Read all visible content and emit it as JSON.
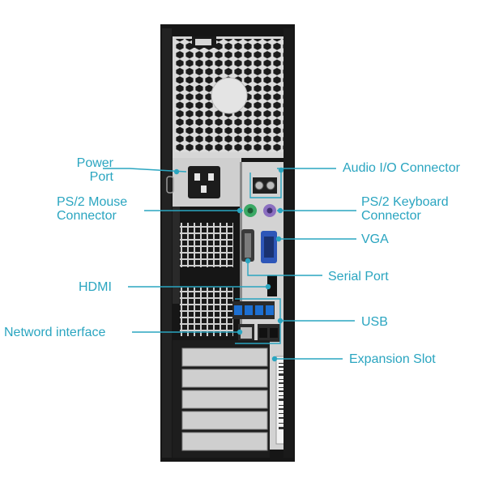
{
  "labels": {
    "power_port": [
      "Power",
      "Port"
    ],
    "ps2_mouse": [
      "PS/2 Mouse",
      "Connector"
    ],
    "hdmi": "HDMI",
    "network": "Netword interface",
    "audio": "Audio I/O Connector",
    "ps2_keyboard": [
      "PS/2 Keyboard",
      "Connector"
    ],
    "vga": "VGA",
    "serial": "Serial Port",
    "usb": "USB",
    "expansion": "Expansion Slot"
  },
  "colors": {
    "accent": "#2aa5c0",
    "case": "#1a1a1a",
    "panel": "#c9c9c9",
    "psu": "#d4d4d4",
    "background": "#ffffff",
    "usb_blue": "#1d6fd1",
    "vga_blue": "#2d56b8",
    "mouse_green": "#3aa864",
    "keyboard_purple": "#8b6fc0"
  }
}
